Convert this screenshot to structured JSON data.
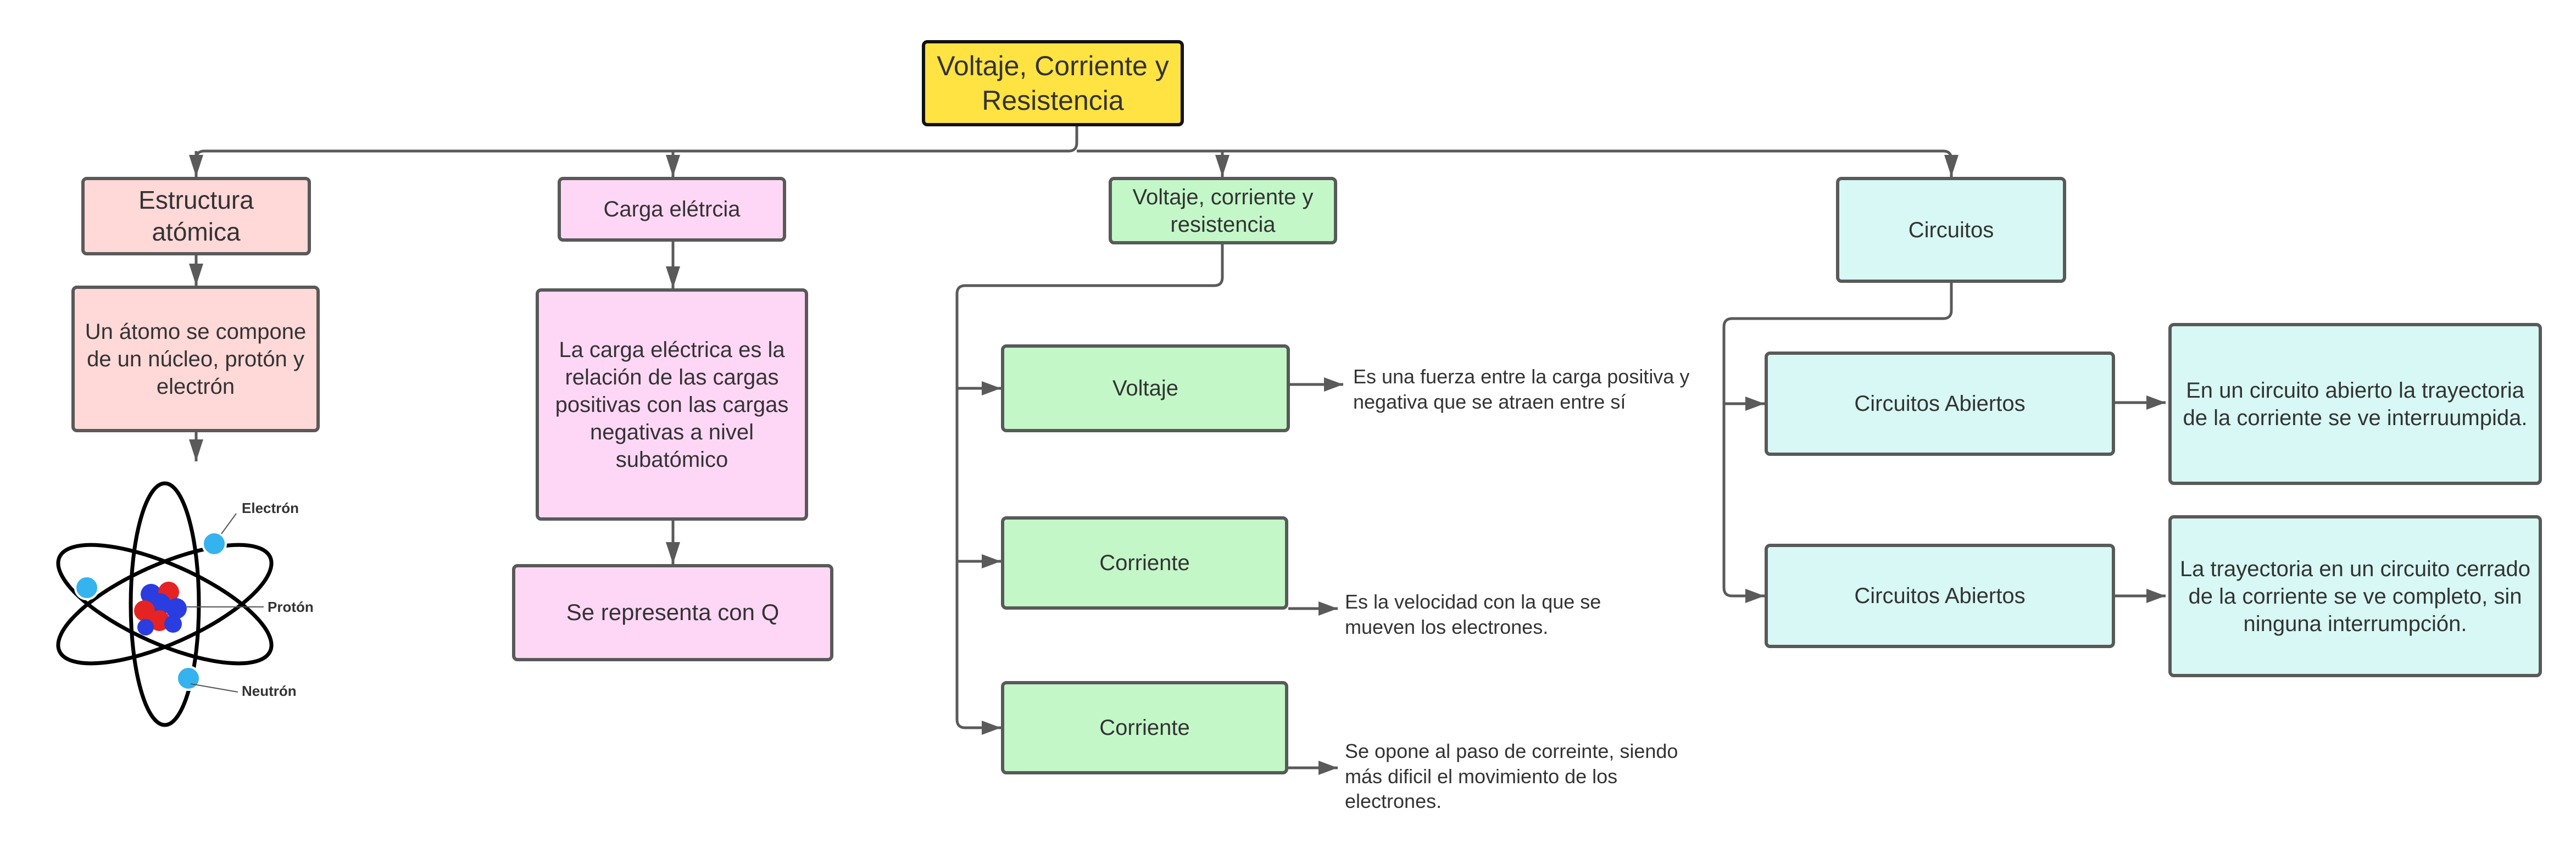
{
  "colors": {
    "root": "#ffe342",
    "pink": "#ffd8d8",
    "magenta": "#ffd7f6",
    "green": "#c3f7c8",
    "cyan": "#d7f8f4",
    "border": "#595959",
    "connector": "#5a5a5a"
  },
  "root": {
    "title": "Voltaje, Corriente y Resistencia"
  },
  "branches": {
    "estructura": {
      "title": "Estructura atómica",
      "detail": "Un átomo se compone de un núcleo, protón y electrón",
      "atom_labels": {
        "electron": "Electrón",
        "proton": "Protón",
        "neutron": "Neutrón"
      }
    },
    "carga": {
      "title": "Carga elétrcia",
      "detail": "La carga eléctrica es la relación de las cargas positivas con las cargas negativas a nivel subatómico",
      "symbol": "Se representa con Q"
    },
    "voltaje": {
      "title": "Voltaje, corriente y resistencia",
      "items": [
        {
          "label": "Voltaje",
          "note": "Es una fuerza entre la carga positiva y negativa que se atraen entre sí"
        },
        {
          "label": "Corriente",
          "note": "Es la velocidad con la que se mueven los electrones."
        },
        {
          "label": "Corriente",
          "note": "Se opone al paso de correinte, siendo más dificil el movimiento de los electrones."
        }
      ]
    },
    "circuitos": {
      "title": "Circuitos",
      "items": [
        {
          "label": "Circuitos Abiertos",
          "note": "En un circuito abierto la trayectoria de la corriente se ve interruumpida."
        },
        {
          "label": "Circuitos Abiertos",
          "note": "La trayectoria en un circuito cerrado de la corriente se ve completo, sin ninguna interrumpción."
        }
      ]
    }
  }
}
